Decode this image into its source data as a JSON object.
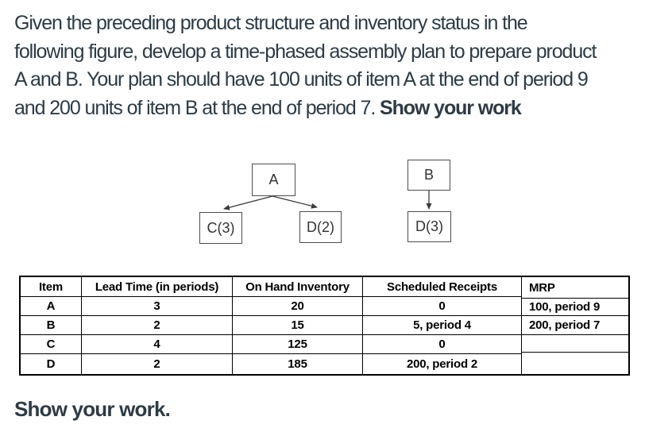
{
  "question": {
    "lines": [
      "Given the preceding product structure and inventory status in the",
      "following figure, develop a time-phased assembly plan to prepare product",
      "A and B. Your plan should have 100 units of item A at the end of period 9"
    ],
    "line4_normal": "and 200 units of item B at the end of period 7. ",
    "line4_bold": "Show your work"
  },
  "diagram": {
    "nodes": {
      "a": {
        "label": "A"
      },
      "b": {
        "label": "B"
      },
      "c": {
        "label": "C(3)"
      },
      "d2": {
        "label": "D(2)"
      },
      "d3": {
        "label": "D(3)"
      }
    },
    "edges": [
      {
        "from": "A",
        "to": "C(3)"
      },
      {
        "from": "A",
        "to": "D(2)"
      },
      {
        "from": "B",
        "to": "D(3)"
      }
    ]
  },
  "table": {
    "headers": [
      "Item",
      "Lead Time (in periods)",
      "On Hand Inventory",
      "Scheduled Receipts",
      "MRP"
    ],
    "rows": [
      {
        "item": "A",
        "lead_time": "3",
        "on_hand": "20",
        "scheduled": "0",
        "mrp": "100, period 9"
      },
      {
        "item": "B",
        "lead_time": "2",
        "on_hand": "15",
        "scheduled": "5, period 4",
        "mrp": "200, period 7"
      },
      {
        "item": "C",
        "lead_time": "4",
        "on_hand": "125",
        "scheduled": "0",
        "mrp": ""
      },
      {
        "item": "D",
        "lead_time": "2",
        "on_hand": "185",
        "scheduled": "200, period 2",
        "mrp": ""
      }
    ]
  },
  "footer": {
    "show_work": "Show your work."
  },
  "colors": {
    "body_text": "#2d3b45",
    "table_text": "#000000",
    "table_border": "#000000",
    "node_border": "#4d4d4d",
    "arrow": "#3a3a3a",
    "background": "#ffffff"
  }
}
